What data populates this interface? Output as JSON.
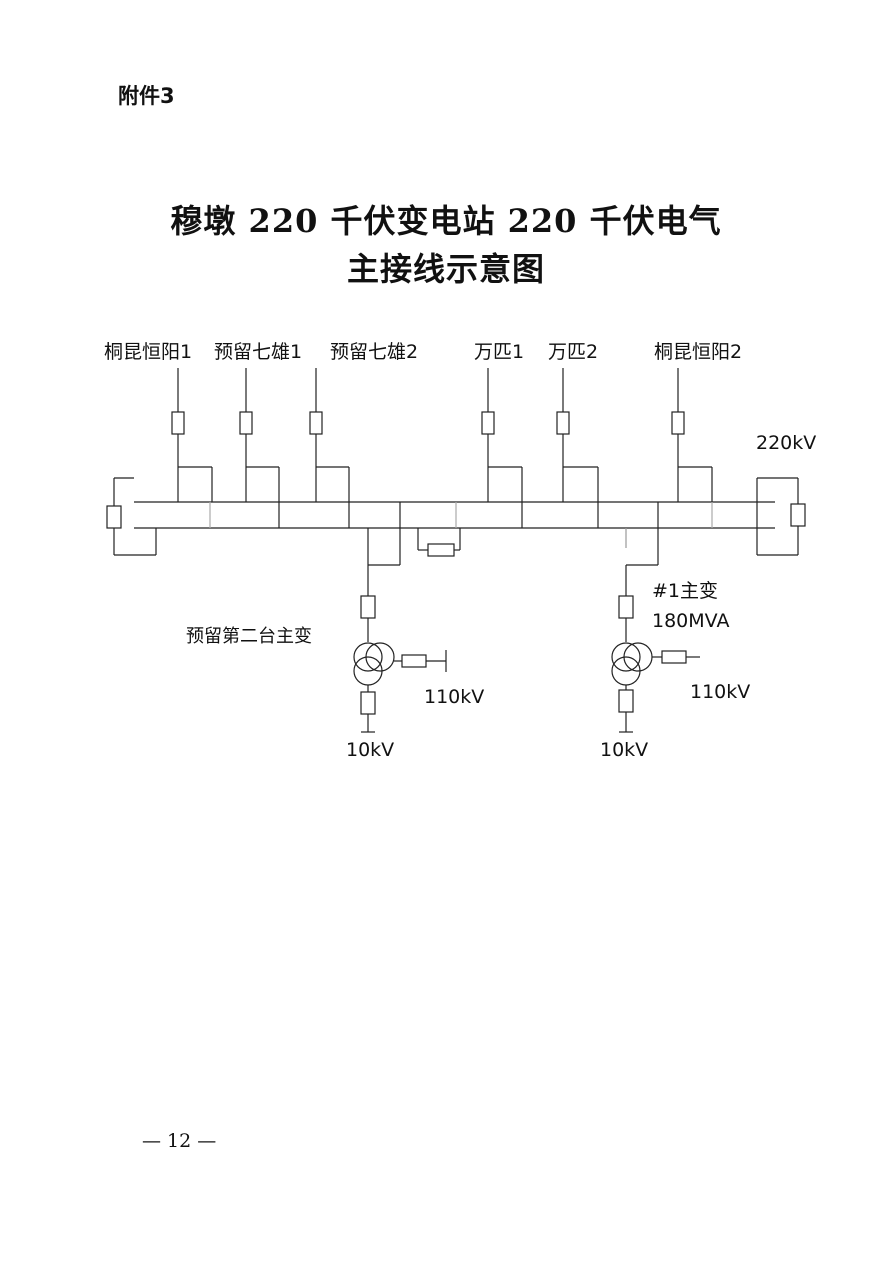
{
  "header": {
    "attachment_label": "附件3"
  },
  "title": {
    "line1": "穆墩 220 千伏变电站 220 千伏电气",
    "line2": "主接线示意图"
  },
  "diagram": {
    "feeders": [
      "桐昆恒阳1",
      "预留七雄1",
      "预留七雄2",
      "万匹1",
      "万匹2",
      "桐昆恒阳2"
    ],
    "bus_voltage": "220kV",
    "reserved_transformer": {
      "label": "预留第二台主变",
      "mv_voltage": "110kV",
      "lv_voltage": "10kV"
    },
    "main_transformer": {
      "label": "#1主变",
      "rating": "180MVA",
      "mv_voltage": "110kV",
      "lv_voltage": "10kV"
    }
  },
  "footer": {
    "page_number": "— 12 —"
  }
}
